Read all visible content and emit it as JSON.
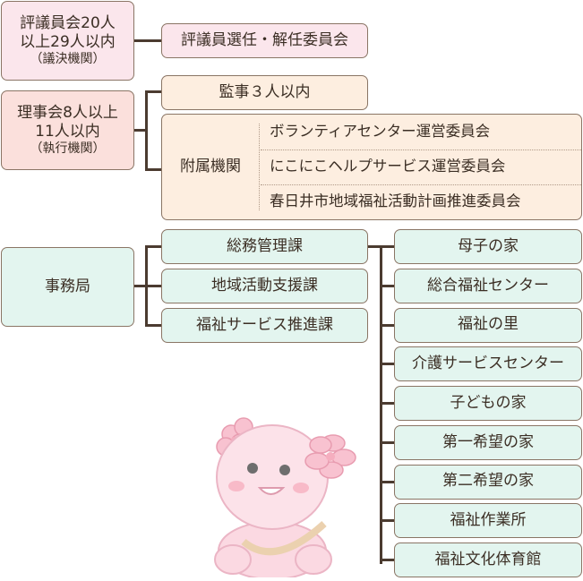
{
  "council": {
    "name": "評議員会20人",
    "name2": "以上29人以内",
    "role": "（議決機関）"
  },
  "council_committee": "評議員選任・解任委員会",
  "board": {
    "name": "理事会8人以上",
    "name2": "11人以内",
    "role": "（執行機関）"
  },
  "auditor": "監事３人以内",
  "affiliated": {
    "label": "附属機関",
    "items": [
      "ボランティアセンター運営委員会",
      "にこにこヘルプサービス運営委員会",
      "春日井市地域福祉活動計画推進委員会"
    ]
  },
  "secretariat": "事務局",
  "sections": [
    "総務管理課",
    "地域活動支援課",
    "福祉サービス推進課"
  ],
  "facilities": [
    "母子の家",
    "総合福祉センター",
    "福祉の里",
    "介護サービスセンター",
    "子どもの家",
    "第一希望の家",
    "第二希望の家",
    "福祉作業所",
    "福祉文化体育館"
  ]
}
